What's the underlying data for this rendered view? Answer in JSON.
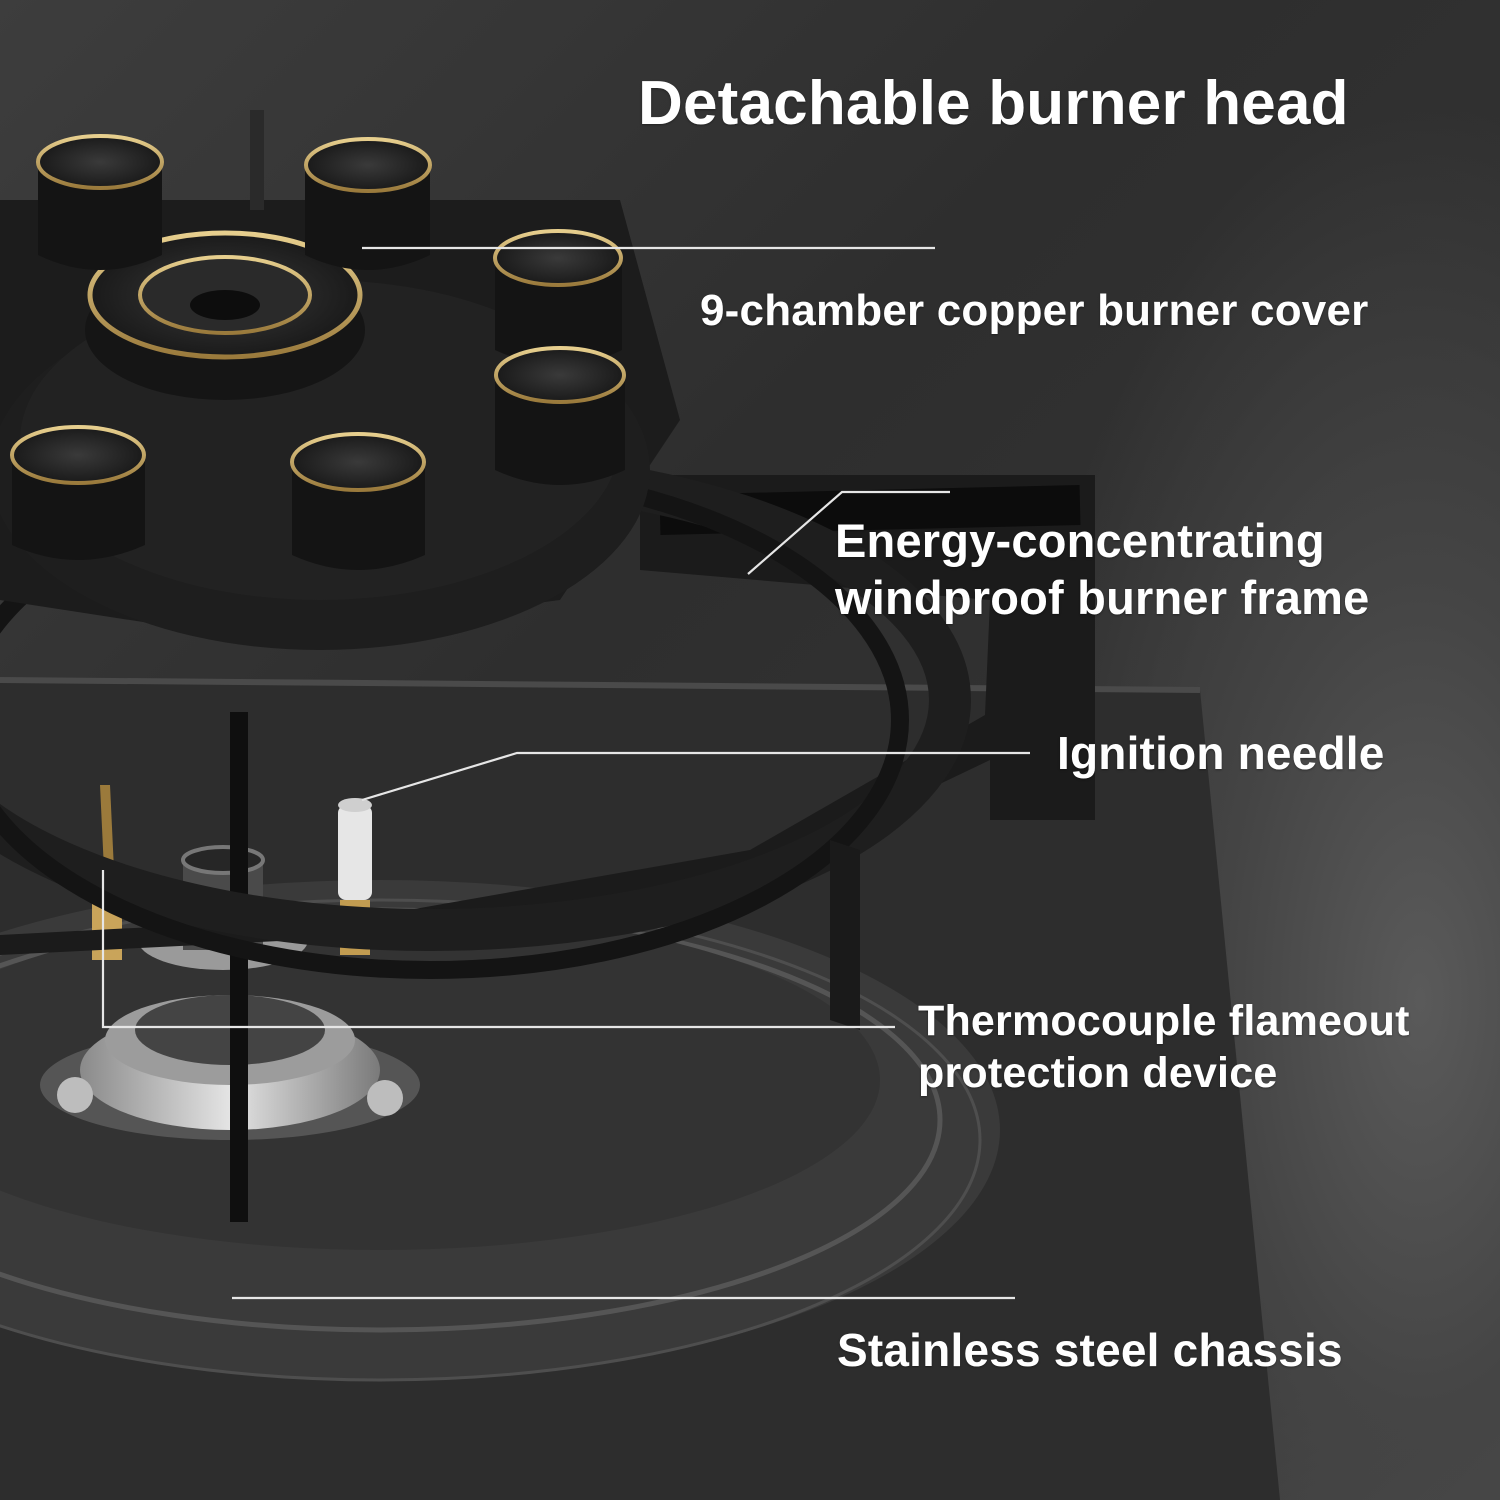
{
  "labels": {
    "title": "Detachable burner head",
    "burner_cover": "9-chamber copper burner cover",
    "burner_frame_line1": "Energy-concentrating",
    "burner_frame_line2": "windproof burner frame",
    "ignition_needle": "Ignition needle",
    "thermocouple_line1": "Thermocouple flameout",
    "thermocouple_line2": "protection device",
    "chassis": "Stainless steel chassis"
  },
  "colors": {
    "text": "#ffffff",
    "leader_lines": "#e6e6e6",
    "brass_rings": "#b9a47a",
    "burner_black": "#161616"
  }
}
